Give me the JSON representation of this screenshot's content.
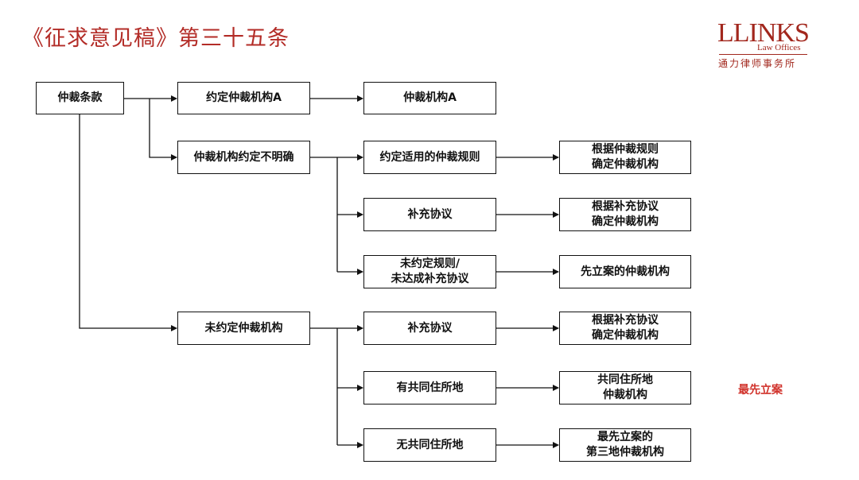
{
  "page": {
    "title": "《征求意见稿》第三十五条"
  },
  "logo": {
    "word": "LLINKS",
    "sub": "Law Offices",
    "cn": "通力律师事务所"
  },
  "diagram": {
    "root": "仲裁条款",
    "agreed": "约定仲裁机构A",
    "agreed_result": "仲裁机构A",
    "unclear": "仲裁机构约定不明确",
    "unclear_rules": "约定适用的仲裁规则",
    "unclear_rules_result": "根据仲裁规则\n确定仲裁机构",
    "unclear_supp": "补充协议",
    "unclear_supp_result": "根据补充协议\n确定仲裁机构",
    "unclear_none": "未约定规则/\n未达成补充协议",
    "unclear_none_result": "先立案的仲裁机构",
    "none": "未约定仲裁机构",
    "none_supp": "补充协议",
    "none_supp_result": "根据补充协议\n确定仲裁机构",
    "none_common": "有共同住所地",
    "none_common_result": "共同住所地\n仲裁机构",
    "none_nocommon": "无共同住所地",
    "none_nocommon_result": "最先立案的\n第三地仲裁机构"
  },
  "annotation": {
    "note": "最先立案"
  },
  "colors": {
    "title": "#b32c27",
    "logo": "#a2271d",
    "note": "#d1322b",
    "line": "#111111"
  }
}
